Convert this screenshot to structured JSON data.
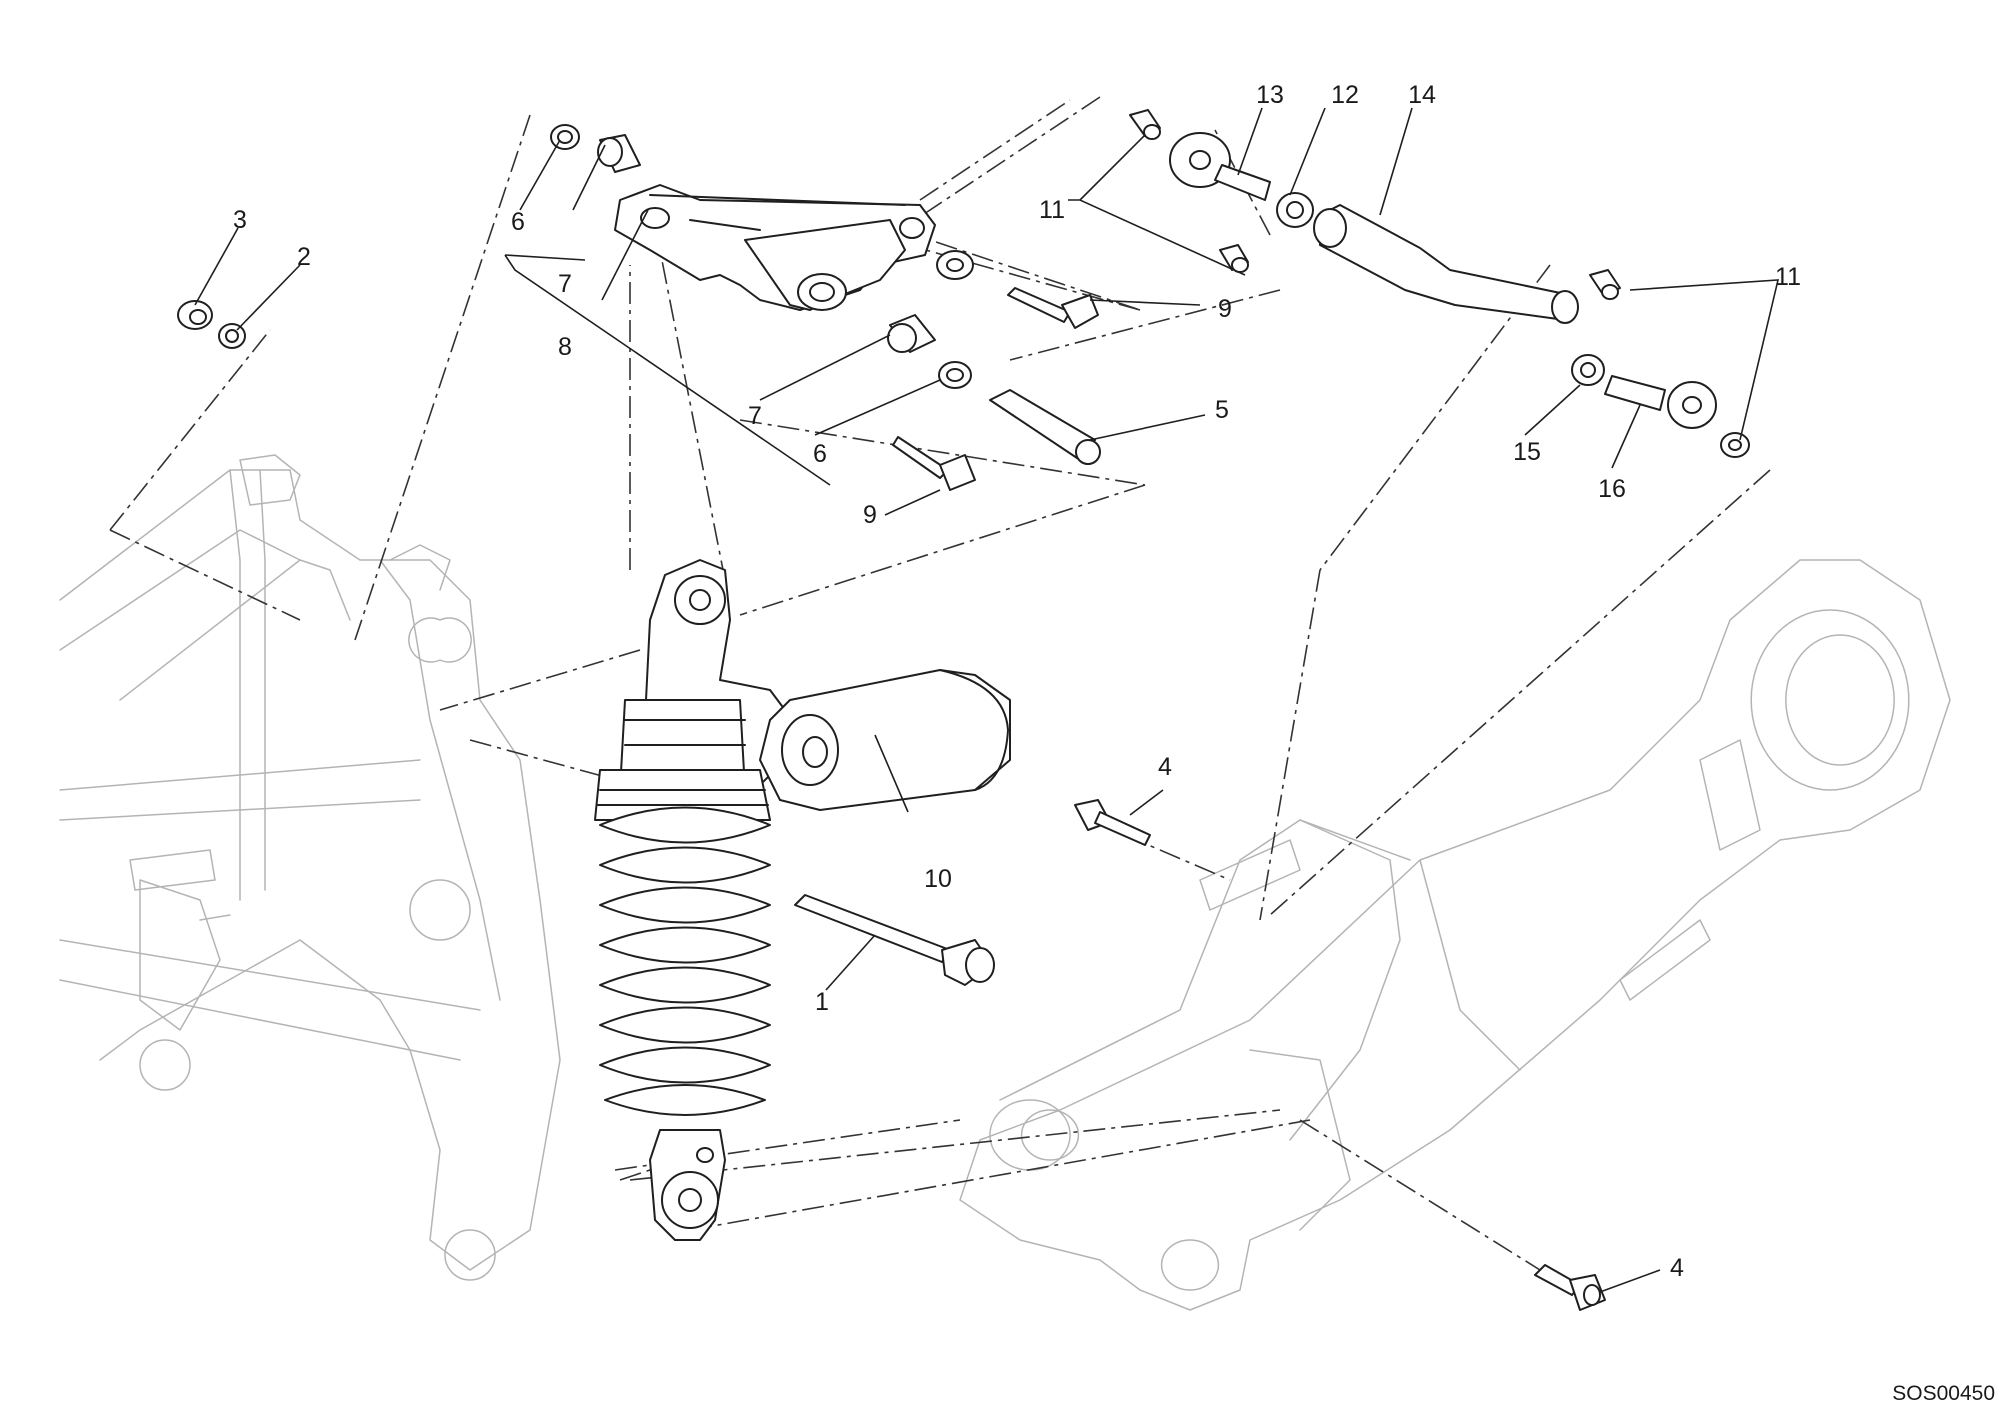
{
  "callouts": [
    {
      "id": "c1",
      "text": "1"
    },
    {
      "id": "c2",
      "text": "2"
    },
    {
      "id": "c3",
      "text": "3"
    },
    {
      "id": "c4a",
      "text": "4"
    },
    {
      "id": "c4b",
      "text": "4"
    },
    {
      "id": "c5",
      "text": "5"
    },
    {
      "id": "c6a",
      "text": "6"
    },
    {
      "id": "c6b",
      "text": "6"
    },
    {
      "id": "c7a",
      "text": "7"
    },
    {
      "id": "c7b",
      "text": "7"
    },
    {
      "id": "c8",
      "text": "8"
    },
    {
      "id": "c9a",
      "text": "9"
    },
    {
      "id": "c9b",
      "text": "9"
    },
    {
      "id": "c10",
      "text": "10"
    },
    {
      "id": "c11a",
      "text": "11"
    },
    {
      "id": "c11b",
      "text": "11"
    },
    {
      "id": "c12",
      "text": "12"
    },
    {
      "id": "c13",
      "text": "13"
    },
    {
      "id": "c14",
      "text": "14"
    },
    {
      "id": "c15",
      "text": "15"
    },
    {
      "id": "c16",
      "text": "16"
    }
  ],
  "drawing_code": "SOS00450"
}
